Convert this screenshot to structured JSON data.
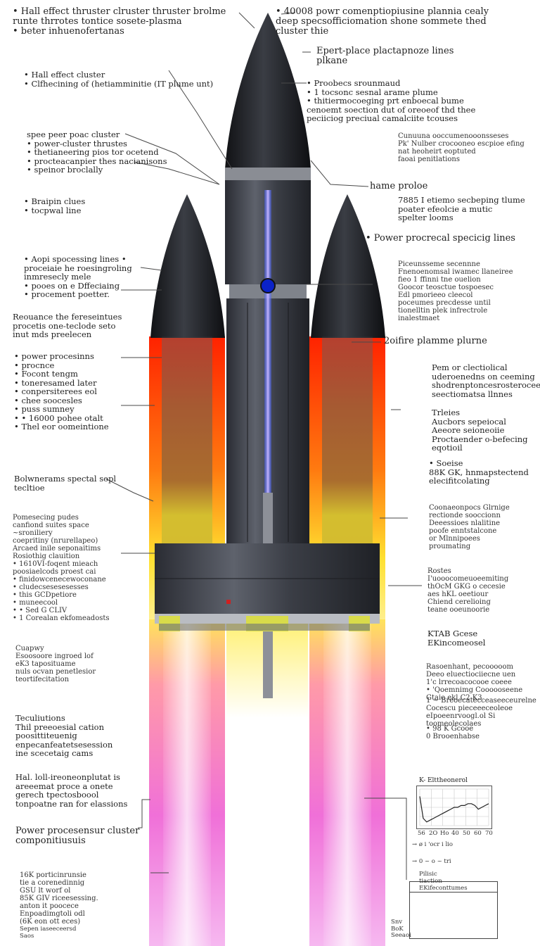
{
  "colors": {
    "body_dark": "#3a3d45",
    "body_mid": "#5a5e68",
    "nose": "#1f2024",
    "plume_red": "#ff2a0a",
    "plume_orange": "#ff8a1e",
    "plume_yellow": "#ffe62e",
    "plume_pink": "#f070d8",
    "beam_blue": "#6f6cff",
    "port_blue": "#0a22c8",
    "leader_line": "#4a4a4a"
  },
  "annotations_left": [
    "• Hall effect thruster clruster thruster brolme\n  runte thrrotes tontice sosete-plasma\n• beter inhuenofertanas",
    "• Hall effect cluster\n• Clfhecining of (hetiamminitie (IT plume unt)",
    "spee peer poac cluster\n• power-cluster thrustes\n• thetianeering pios tor ocetend\n• procteacanpier thes nacianisons\n• speinor broclally",
    "• Braipin clues\n• tocpwal line",
    "• Aopi spocessing lines •\n  proceiaie he roesingroling\n  inmresecly mele\n• pooes  on e Dffeciaing\n• procement poetter.",
    "Reouance  the  fereseintues\nprocetis one-teclode seto\ninut mds preelecen",
    "•   power procesinns\n•   procnce\n•   Focont tengm\n•   toneresamed later\n•   conpersiterees eol\n•   chee soocesles\n•   puss sumney\n•   • 16000 pohee otalt\n    • Thel eor oomeintione",
    "Bolwnerams spectal sopl\ntecltioe",
    "Pomesecing pudes\ncanfiond suites space\n~sroniliery\ncoepritiny (nrurellapeo)\nArcaed inile seponaitims\nRosiothig clauition\n• 1610VI-foqent mieach\npoosiaelcods proest cai\n• finidowcenecewoconane\n• cludecsesesesesses\n• this  GCDpetiore\n• muneecool\n• • Sed  G CLIV\n• 1 Corealan ekfomeadosts",
    "Cuapwy\nEsoosoore ingroed lof\neK3 taposituame\nnuls  ocvan  penetlesior\nteortifecitation",
    "Teculiutions\nThil  preeoesial cation\npoosittiteuenig\nenpecanfeatetsesession\nine scecetaig cams",
    "Hal. loll-ireoneonplutat is\nareeemat proce a onete\ngerech  tpectosboool\ntonpoatne ran for elassions",
    "Power procesensur cluster\ncomponitiusuis",
    "16K  porticinrunsie\ntie a corenedinnig\nGSU  lt worf ol\n85K  GIV  riceesessing.\nanton  it poocece\nEnpoadimgtoli odl\n(6K  eon ott eces)"
  ],
  "annotations_right": [
    "• 40008  powr comenptiopiusine plannia cealy\n  deep specsofficiomation shone sommete thed\n  cluster thie",
    "Epert-place plactapnoze lines\nplkane",
    "• Proobecs srounmaud\n  • 1 tocsonc sesnal arame plume\n  • thitiermocoeging prt enboecal bume\n    cenoemt  soection  dut of oreoeof thd  thee\n    peciiciog preciual camalciite tcouses",
    "Cunuuna  ooccumenooonsseses\nPk' Nulber  crocooneo  escpioe efing\nnat  heoheirt  eoptuted\nfaoai  penitlations",
    "hame proloe",
    "7885  I etiemo secbeping tlume\npoater efeolcie  a  mutic\nspelter looms",
    "• Power procrecal specicig lines",
    "Piceunsseme  secennne\nFnenoenomsal  iwamec llaneiree\nfieo  1  ffinni tne ouelion\nGoocor  teosctue  tospoesec\nEdl  pmorieeo  cleecol\npoceumes  precdesse  until\ntionelltin  plek infrectrole\ninalestmaet",
    "2oifire plamme plurne",
    "Pem or clectiolical\nuderoenedns on ceeming\nshodrenptoncesrosterocees\nseectiomatsa llnnes",
    "Trleies\nAucbors sepeiocal\nAeeore seioneoiie\nProctaender o-befecing\neqotioil",
    "• Soeise\n  88K  GK,  hnmapstectend\n  elecifitcolating",
    "Coonaeonpocs  Glrnige\nrectionde sooccionn\nDeeessioes nlalitine\npoofe enntstalcone\nor Mlnnipoees\nproumating",
    "Rostes\nI'uooocomeuoeemiting\nthOcM  GKG  o  cecesie\naes  hKL  oeetiour\nChiend  cerelioing\nteane  ooeunoorie",
    "KTAB  Gcese\nEKincomeosel",
    "Rasoenhant,  pecooooom\nDeeo  eluectiociiecne  uen\n1'c  lrrecoacocooe  coeee\n• 'Qoemnimg  Coooooseene\nGtaie  ekl  C2  K3",
    "1 ~ Breoecatecceaseeceurelne\n  Cocescu  pieceeeceoleoe\n  eIpoeenrvoogl.ol  Si\n  toomeolecolaes",
    "• 98 K  Gcooe\n0  Brooenhabse"
  ],
  "footer_right_cols": [
    "Pilisic\ntiaction",
    "EKifeconttumes"
  ],
  "footer_right_bottom": "Snv\nBoK\nSeeaoi",
  "footer_left_bottom": "Sepen  iaseeceersd\nSaos",
  "chart_data": {
    "type": "line",
    "title": "K-  Elttheonerol",
    "xlabel": "",
    "ylabel": "",
    "grid": true,
    "legend": "none",
    "x": [
      0,
      1,
      2,
      3,
      4,
      5,
      6,
      7,
      8,
      9,
      10,
      11,
      12,
      13,
      14,
      15,
      16,
      17,
      18,
      19,
      20
    ],
    "series": [
      {
        "values": [
          8,
          2,
          1,
          1.5,
          2,
          2.5,
          3,
          3.5,
          4,
          4.5,
          5,
          5,
          5.5,
          5.5,
          6,
          6,
          5.5,
          4.5,
          5,
          5.5,
          6
        ]
      }
    ],
    "ylim": [
      0,
      10
    ],
    "tick_labels": [
      "56",
      "2O",
      "Ho",
      "40",
      "50",
      "60",
      "70"
    ]
  },
  "legend_rows": [
    "→  ø  i  'ocr  i  lio",
    "→  0  ~  o  ~  tri"
  ]
}
